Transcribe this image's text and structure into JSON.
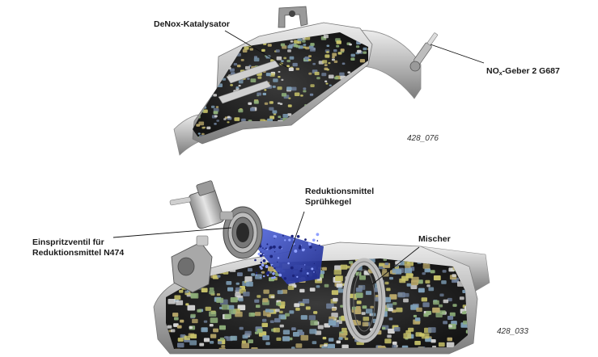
{
  "figure_top": {
    "labels": {
      "denox": "DeNox-Katalysator",
      "nox_prefix": "NO",
      "nox_sub": "x",
      "nox_suffix": "-Geber 2 G687"
    },
    "ref": "428_076"
  },
  "figure_bottom": {
    "labels": {
      "injector_line1": "Einspritzventil für",
      "injector_line2": "Reduktionsmittel N474",
      "spray_line1": "Reduktionsmittel",
      "spray_line2": "Sprühkegel",
      "mixer": "Mischer"
    },
    "ref": "428_033"
  },
  "colors": {
    "metal_light": "#d9d9d9",
    "metal_mid": "#a9a9a9",
    "metal_dark": "#6e6e6e",
    "spray_blue": "#2c3fb0",
    "pellet_palette": [
      "#c9c46a",
      "#7fa0b8",
      "#8fb07a",
      "#d8d8d8",
      "#6f7f9a",
      "#b9a86a"
    ]
  }
}
